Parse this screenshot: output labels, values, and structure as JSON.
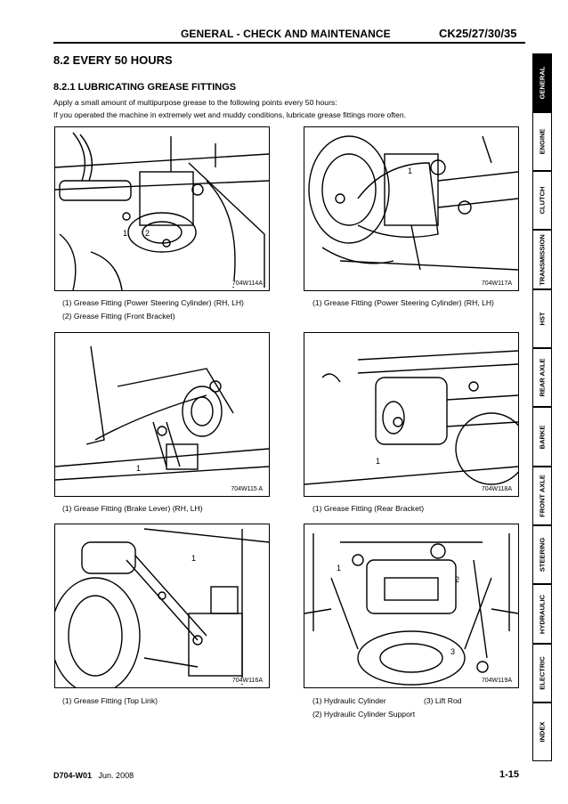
{
  "header": {
    "title": "GENERAL - CHECK AND MAINTENANCE",
    "model": "CK25/27/30/35"
  },
  "section": {
    "title": "8.2  EVERY 50 HOURS",
    "subtitle": "8.2.1  LUBRICATING GREASE FITTINGS",
    "line1": "Apply a small amount of multipurpose grease to the following points every 50 hours:",
    "line2": "If you operated the machine in extremely wet and muddy conditions, lubricate grease fittings more often."
  },
  "figures": [
    {
      "code": "704W114A",
      "callouts": [
        "1",
        "2"
      ],
      "captions": [
        "(1)  Grease Fitting (Power Steering Cylinder) (RH, LH)",
        "(2)  Grease Fitting (Front Bracket)"
      ]
    },
    {
      "code": "704W117A",
      "callouts": [
        "1"
      ],
      "captions": [
        "(1)  Grease Fitting (Power Steering Cylinder) (RH, LH)"
      ]
    },
    {
      "code": "704W115 A",
      "callouts": [
        "1"
      ],
      "captions": [
        "(1)  Grease Fitting (Brake Lever) (RH, LH)"
      ]
    },
    {
      "code": "704W118A",
      "callouts": [
        "1"
      ],
      "captions": [
        "(1)  Grease Fitting (Rear Bracket)"
      ]
    },
    {
      "code": "704W116A",
      "callouts": [
        "1"
      ],
      "captions": [
        "(1)  Grease Fitting (Top Link)"
      ]
    },
    {
      "code": "704W119A",
      "callouts": [
        "1",
        "2",
        "3"
      ],
      "captions": [
        "(1)  Hydraulic Cylinder",
        "(3)  Lift Rod",
        "(2)  Hydraulic Cylinder Support"
      ]
    }
  ],
  "tabs": [
    "GENERAL",
    "ENGINE",
    "CLUTCH",
    "TRANSMISSION",
    "HST",
    "REAR AXLE",
    "BARKE",
    "FRONT AXLE",
    "STEERING",
    "HYDRAULIC",
    "ELECTRIC",
    "INDEX"
  ],
  "active_tab": "GENERAL",
  "footer": {
    "doc": "D704-W01",
    "date": "Jun. 2008",
    "page": "1-15"
  }
}
